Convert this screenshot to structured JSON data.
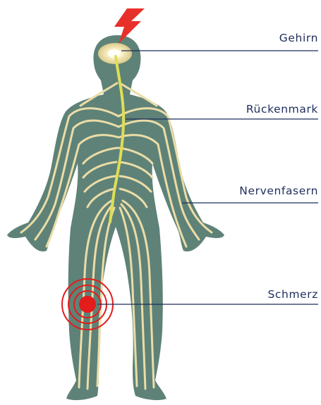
{
  "labels": {
    "brain": "Gehirn",
    "spinal_cord": "Rückenmark",
    "nerve_fibers": "Nervenfasern",
    "pain": "Schmerz"
  },
  "icons": {
    "pain_signal": "lightning-bolt-icon",
    "pain_source": "target-rings-icon"
  },
  "colors": {
    "body": "#5e8277",
    "nerves": "#ebdca7",
    "spine": "#dede55",
    "brain_glow": "#f7ecbc",
    "bolt": "#e8302a",
    "pain": "#e31c1c",
    "leader_lines": "#1f2d5c",
    "label_text": "#1f2d5c"
  }
}
